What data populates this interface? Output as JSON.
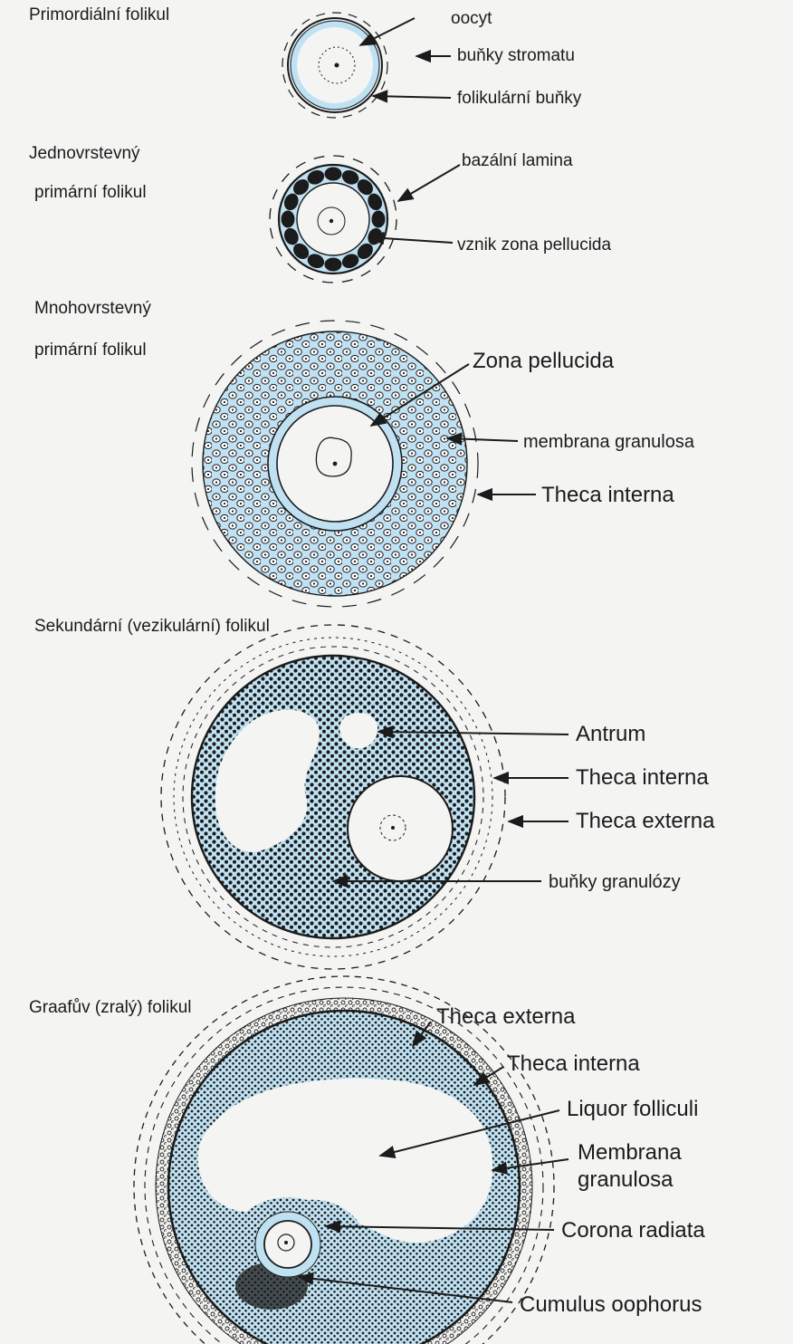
{
  "stages": {
    "primordial": {
      "title": "Primordiální folikul",
      "labels": {
        "oocyte": "oocyt",
        "stroma": "buňky stromatu",
        "follicular": "folikulární buňky"
      }
    },
    "unilaminar": {
      "title_line1": "Jednovrstevný",
      "title_line2": "primární folikul",
      "labels": {
        "basal_lamina": "bazální lamina",
        "zona_origin": "vznik zona  pellucida"
      }
    },
    "multilaminar": {
      "title_line1": "Mnohovrstevný",
      "title_line2": "primární folikul",
      "labels": {
        "zona": "Zona pellucida",
        "granulosa": "membrana  granulosa",
        "theca_interna": "Theca interna"
      }
    },
    "secondary": {
      "title": "Sekundární (vezikulární) folikul",
      "labels": {
        "antrum": "Antrum",
        "theca_interna": "Theca interna",
        "theca_externa": "Theca externa",
        "granulosa_cells": "buňky granulózy"
      }
    },
    "graafian": {
      "title": "Graafův (zralý) folikul",
      "labels": {
        "theca_externa": "Theca externa",
        "theca_interna": "Theca interna",
        "liquor": "Liquor folliculi",
        "granulosa_line1": "Membrana",
        "granulosa_line2": "granulosa",
        "corona": "Corona radiata",
        "cumulus": "Cumulus oophorus"
      }
    }
  },
  "colors": {
    "tissue_blue": "#bfe1f2",
    "ink": "#1b1b1b",
    "paper": "#f4f4f3"
  }
}
